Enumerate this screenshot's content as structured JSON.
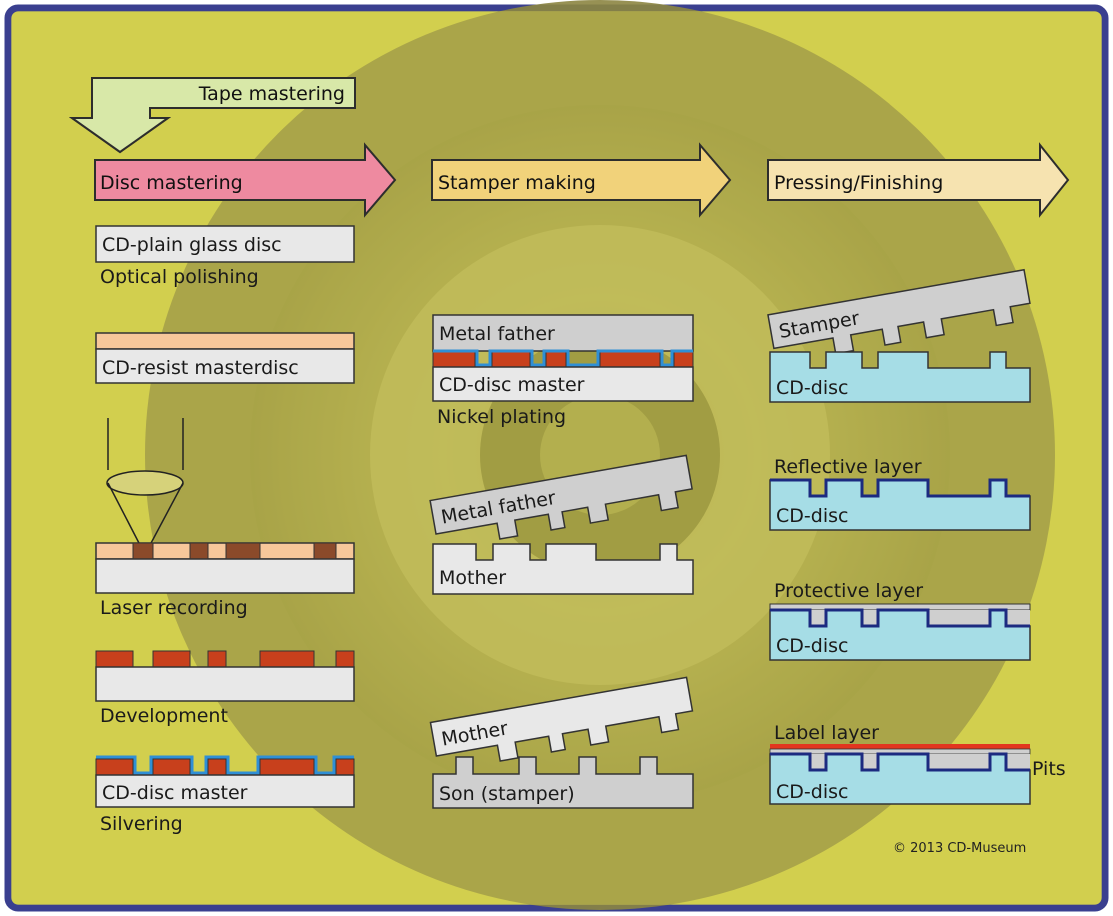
{
  "header": {
    "tape_mastering": "Tape mastering"
  },
  "stages": {
    "disc_mastering": "Disc mastering",
    "stamper_making": "Stamper making",
    "pressing_finishing": "Pressing/Finishing"
  },
  "disc_mastering": {
    "glass_disc": "CD-plain glass disc",
    "optical_polishing": "Optical polishing",
    "resist_masterdisc": "CD-resist masterdisc",
    "laser_recording": "Laser recording",
    "development": "Development",
    "disc_master": "CD-disc master",
    "silvering": "Silvering"
  },
  "stamper_making": {
    "metal_father": "Metal father",
    "disc_master": "CD-disc master",
    "nickel_plating": "Nickel plating",
    "metal_father_2": "Metal father",
    "mother": "Mother",
    "mother_2": "Mother",
    "son_stamper": "Son (stamper)"
  },
  "pressing": {
    "stamper": "Stamper",
    "cd_disc_1": "CD-disc",
    "reflective_layer": "Reflective layer",
    "cd_disc_2": "CD-disc",
    "protective_layer": "Protective layer",
    "cd_disc_3": "CD-disc",
    "label_layer": "Label layer",
    "cd_disc_4": "CD-disc",
    "pits": "Pits"
  },
  "copyright": "© 2013 CD-Museum",
  "colors": {
    "background": "#cfcc4a",
    "frame_border": "#3a3f8f",
    "disc_mastering_arrow": "#ee8aa0",
    "stamper_arrow": "#f1d27a",
    "pressing_arrow": "#f6e3b0",
    "tape_arrow": "#d8e8a8",
    "resist": "#f7c79a",
    "pit_brown": "#8b4a2a",
    "red_layer": "#c8401c",
    "silver": "#2f8fd6",
    "cd_disc": "#a6dde6",
    "gray_block": "#cfcfcf",
    "light_block": "#e8e8e8",
    "reflective": "#1c2a80",
    "label_red": "#e2361f"
  }
}
